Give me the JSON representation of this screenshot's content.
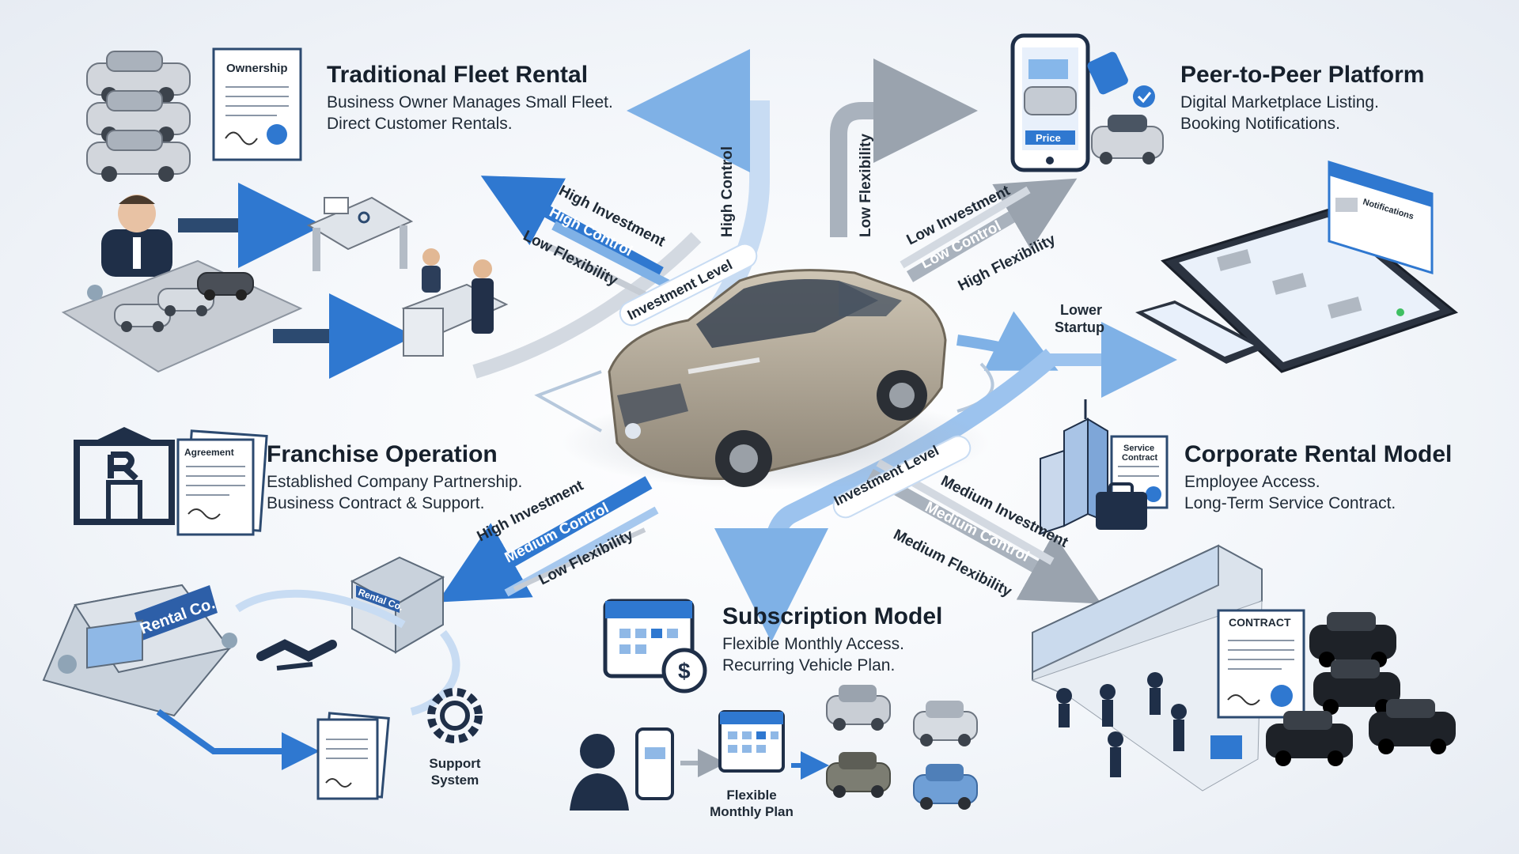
{
  "sections": {
    "traditional": {
      "title": "Traditional Fleet Rental",
      "line1": "Business Owner Manages Small Fleet.",
      "line2": "Direct Customer Rentals.",
      "doc": "Ownership"
    },
    "p2p": {
      "title": "Peer-to-Peer Platform",
      "line1": "Digital Marketplace Listing.",
      "line2": "Booking Notifications.",
      "price": "Price",
      "notif": "Notifications"
    },
    "franchise": {
      "title": "Franchise Operation",
      "line1": "Established Company Partnership.",
      "line2": "Business Contract & Support.",
      "doc": "Agreement",
      "store1": "Rental Co.",
      "store2": "Rental Co.",
      "support1": "Support",
      "support2": "System"
    },
    "corporate": {
      "title": "Corporate Rental Model",
      "line1": "Employee Access.",
      "line2": "Long-Term Service Contract.",
      "doc1": "Service",
      "doc2": "Contract",
      "contract": "CONTRACT"
    },
    "subscription": {
      "title": "Subscription Model",
      "line1": "Flexible Monthly Access.",
      "line2": "Recurring Vehicle Plan.",
      "plan1": "Flexible",
      "plan2": "Monthly Plan"
    }
  },
  "arrows": {
    "tl": {
      "a": "High Investment",
      "b": "High Control",
      "c": "Low Flexibility",
      "vertical": "High Control",
      "level": "Investment Level"
    },
    "tr": {
      "a": "Low Investment",
      "b": "Low Control",
      "c": "High Flexibility",
      "vertical": "Low Flexibility",
      "startup1": "Lower",
      "startup2": "Startup"
    },
    "bl": {
      "a": "High Investment",
      "b": "Medium Control",
      "c": "Low Flexibility"
    },
    "br": {
      "a": "Medium Investment",
      "b": "Medium Control",
      "c": "Medium Flexibility",
      "level": "Investment Level"
    }
  },
  "colors": {
    "accent": "#2f78d0",
    "navy": "#1f3b63",
    "car": "#b3a998",
    "grey_arrow": "#a9b2bd"
  }
}
